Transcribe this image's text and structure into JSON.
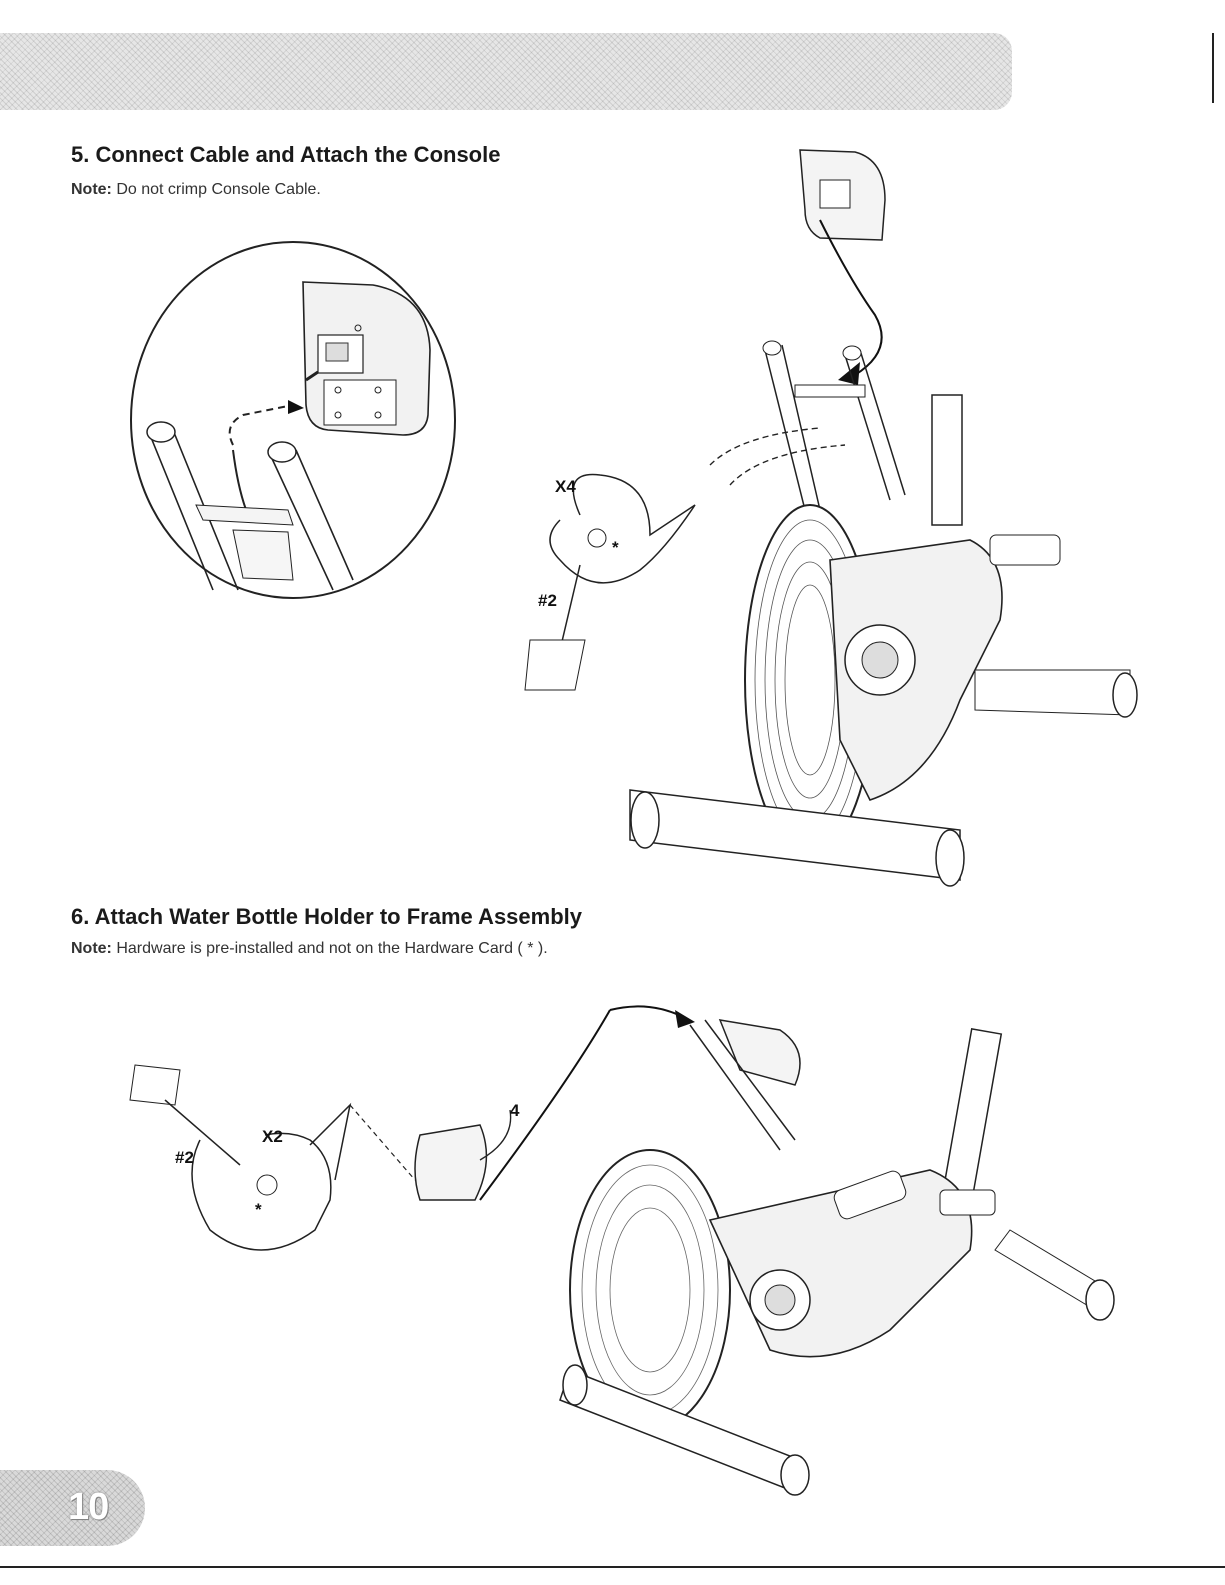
{
  "step5": {
    "title": "5. Connect Cable and Attach the Console",
    "note_label": "Note:",
    "note_text": " Do not crimp Console Cable.",
    "callout_qty": "X4",
    "callout_tool": "#2",
    "callout_mark": "*"
  },
  "step6": {
    "title": "6. Attach Water Bottle Holder to Frame Assembly",
    "note_label": "Note:",
    "note_text": "  Hardware is pre-installed and not on the Hardware Card ( * ).",
    "callout_qty": "X2",
    "callout_tool": "#2",
    "callout_mark": "*",
    "part_number": "4"
  },
  "page": {
    "number": "10"
  }
}
